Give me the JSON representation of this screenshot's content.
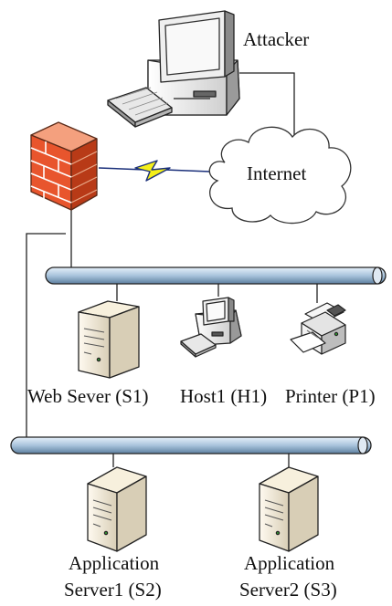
{
  "labels": {
    "attacker": "Attacker",
    "internet": "Internet",
    "web_server": "Web Sever (S1)",
    "host1": "Host1  (H1)",
    "printer": "Printer (P1)",
    "app_server1_line1": "Application",
    "app_server1_line2": "Server1 (S2)",
    "app_server2_line1": "Application",
    "app_server2_line2": "Server2 (S3)"
  },
  "colors": {
    "firewall": "#e8552d",
    "bus": "#a9c4dc",
    "lightning": "#f4ef1a",
    "server_body": "#efe6cf"
  },
  "icons": [
    "desktop-computer-icon",
    "firewall-icon",
    "lightning-icon",
    "cloud-icon",
    "server-icon",
    "workstation-icon",
    "printer-icon"
  ]
}
